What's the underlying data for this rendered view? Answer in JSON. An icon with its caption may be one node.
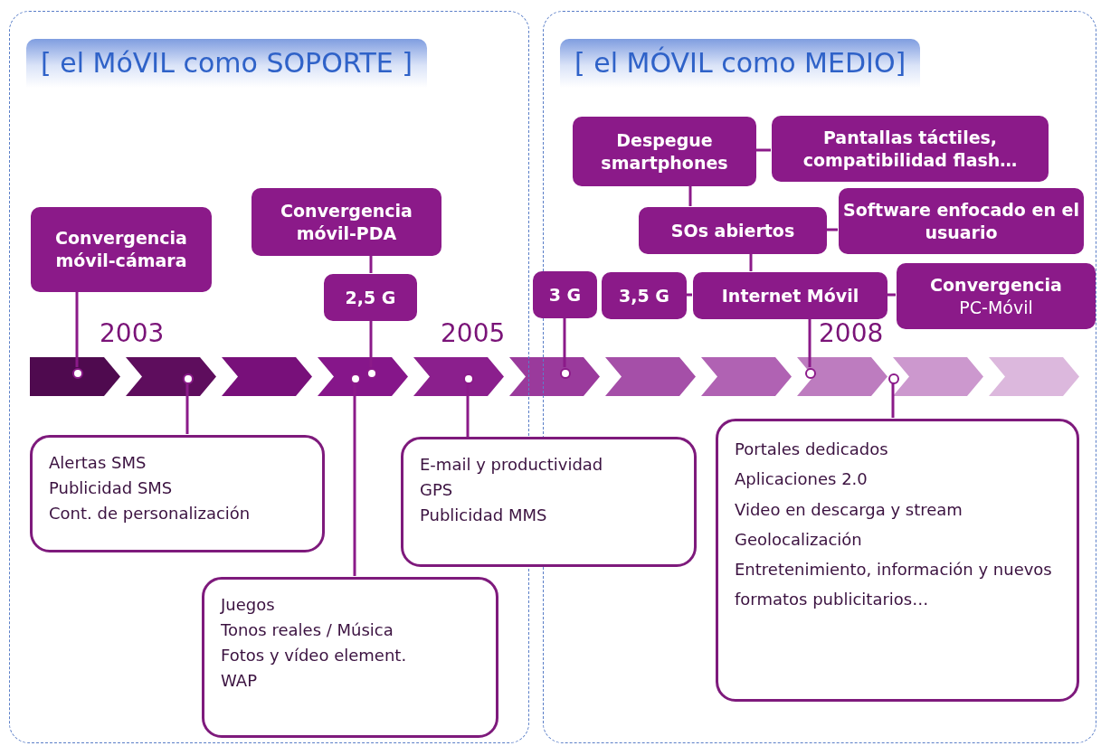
{
  "diagram": {
    "nodes": [
      {
        "text": [
          "[ el MóVIL como SOPORTE ]"
        ]
      },
      {
        "text": [
          "Convergencia móvil-cámara"
        ],
        "in": 0
      },
      {
        "text": [
          "Convergencia móvil-PDA"
        ],
        "in": 0
      },
      {
        "text": [
          "2,5 G"
        ],
        "in": 0
      },
      {
        "text": [
          "Alertas SMS",
          "Publicidad SMS",
          "Cont. de personalización"
        ],
        "in": 0
      },
      {
        "text": [
          "Juegos",
          "Tonos reales / Música",
          "Fotos y vídeo element.",
          "WAP"
        ],
        "in": 0
      },
      {
        "text": [],
        "shape": "circle",
        "in": 0
      },
      {
        "text": [],
        "shape": "circle",
        "in": 0
      },
      {
        "text": [],
        "shape": "circle",
        "in": 0
      },
      {
        "text": [],
        "shape": "circle",
        "in": 0
      },
      {
        "text": [],
        "shape": "circle",
        "in": 0
      },
      {
        "text": [
          "[ el MÓVIL como MEDIO]"
        ]
      },
      {
        "text": [
          "Despegue smartphones"
        ],
        "in": 11
      },
      {
        "text": [
          "Pantallas táctiles, compatibilidad flash…"
        ],
        "in": 11
      },
      {
        "text": [
          "SOs abiertos"
        ],
        "in": 11
      },
      {
        "text": [
          "Software enfocado en el usuario"
        ],
        "in": 11
      },
      {
        "text": [
          "3,5 G"
        ],
        "in": 11
      },
      {
        "text": [
          "Internet Móvil"
        ],
        "in": 11
      },
      {
        "text": [
          "Convergencia",
          "PC-Móvil"
        ],
        "in": 11
      },
      {
        "text": [
          "Portales dedicados",
          "Aplicaciones 2.0",
          "Video en descarga y stream",
          "Geolocalización",
          "Entretenimiento, información y nuevos formatos publicitarios…"
        ],
        "in": 11
      },
      {
        "text": [],
        "shape": "circle",
        "in": 11
      },
      {
        "text": [],
        "shape": "circle",
        "in": 11
      },
      {
        "text": [],
        "shape": "circle",
        "in": 11
      },
      {
        "text": [
          "E-mail y productividad",
          "GPS",
          "Publicidad MMS"
        ]
      },
      {
        "text": [
          "3 G"
        ]
      }
    ],
    "edges": [
      {
        "from": 1,
        "to": 6,
        "arrow": "none"
      },
      {
        "from": 2,
        "to": 3,
        "arrow": "none"
      },
      {
        "from": 3,
        "to": 9,
        "arrow": "none"
      },
      {
        "from": 4,
        "to": 7,
        "arrow": "none"
      },
      {
        "from": 5,
        "to": 8,
        "arrow": "none"
      },
      {
        "from": 23,
        "to": 10,
        "arrow": "none"
      },
      {
        "from": 24,
        "to": 20,
        "arrow": "none"
      },
      {
        "from": 12,
        "to": 14,
        "arrow": "none"
      },
      {
        "from": 12,
        "to": 13,
        "arrow": "none"
      },
      {
        "from": 14,
        "to": 15,
        "arrow": "none"
      },
      {
        "from": 14,
        "to": 17,
        "arrow": "none"
      },
      {
        "from": 16,
        "to": 17,
        "arrow": "none"
      },
      {
        "from": 17,
        "to": 18,
        "arrow": "none"
      },
      {
        "from": 17,
        "to": 21,
        "arrow": "none"
      },
      {
        "from": 19,
        "to": 22,
        "arrow": "none"
      }
    ],
    "labels": [
      "2003",
      "2005",
      "2008"
    ]
  }
}
